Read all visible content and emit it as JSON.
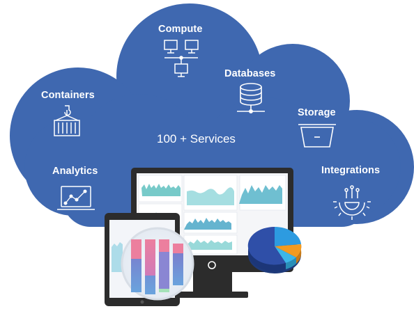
{
  "services": {
    "compute": "Compute",
    "databases": "Databases",
    "containers": "Containers",
    "storage": "Storage",
    "analytics": "Analytics",
    "integrations": "Integrations"
  },
  "center_text": "100 + Services",
  "colors": {
    "cloud": "#3f68b0",
    "icon_white": "#ffffff",
    "monitor_body": "#2c2c2c",
    "pie_dark": "#2f4fa8",
    "pie_light_blue": "#2d9be0",
    "pie_orange": "#f39a1f",
    "pie_teal": "#3cb6e8",
    "chart_pink": "#e7859f",
    "chart_purple": "#8a86d3",
    "chart_green": "#a5e2b8"
  },
  "icons": {
    "compute": "network-computers-icon",
    "databases": "database-icon",
    "containers": "shipping-container-icon",
    "storage": "storage-drawer-icon",
    "analytics": "laptop-chart-icon",
    "integrations": "integration-gear-icon"
  }
}
